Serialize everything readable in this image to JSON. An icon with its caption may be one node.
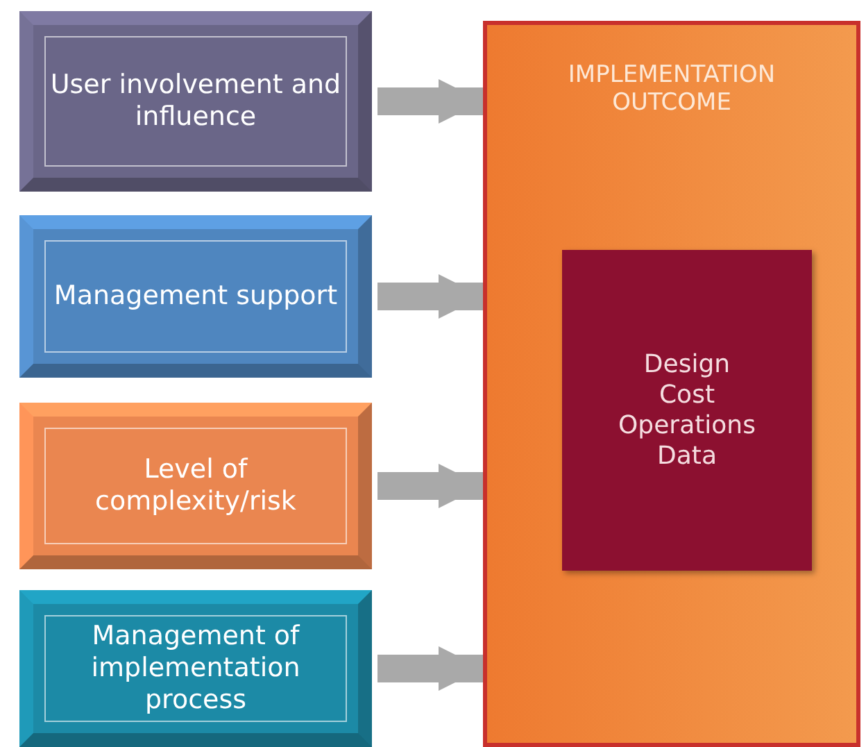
{
  "diagram": {
    "nodes": [
      {
        "text": [
          "User involvement and influence"
        ]
      },
      {
        "text": [
          "Management support"
        ]
      },
      {
        "text": [
          "Level of complexity/risk"
        ]
      },
      {
        "text": [
          "Management of implementation process"
        ]
      },
      {
        "text": [
          "IMPLEMENTATION OUTCOME"
        ]
      },
      {
        "text": [
          "Design",
          "Cost",
          "Operations",
          "Data"
        ],
        "in": 4
      }
    ],
    "edges": [
      {
        "from": 0,
        "to": 4,
        "arrow": "to"
      },
      {
        "from": 1,
        "to": 4,
        "arrow": "to"
      },
      {
        "from": 2,
        "to": 4,
        "arrow": "to"
      },
      {
        "from": 3,
        "to": 4,
        "arrow": "to"
      }
    ]
  }
}
